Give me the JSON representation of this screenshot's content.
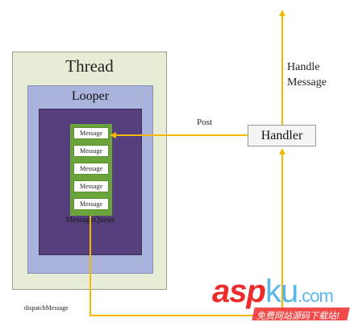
{
  "thread": {
    "title": "Thread"
  },
  "looper": {
    "title": "Looper"
  },
  "message_queue": {
    "label": "MessageQueue",
    "messages": [
      "Message",
      "Message",
      "Message",
      "Message",
      "Message"
    ]
  },
  "handler": {
    "label": "Handler"
  },
  "edges": {
    "post": "Post",
    "handle_message": "Handle Message",
    "dispatch_message": "dispatchMessage"
  },
  "watermark": {
    "brand_asp": "asp",
    "brand_ku": "ku",
    "brand_com": ".com",
    "slogan": "免费网站源码下载站!"
  },
  "colors": {
    "arrow": "#f5b800",
    "thread_bg": "#e7ecd7",
    "looper_bg": "#aab3db",
    "queue_bg": "#553f7c",
    "message_frame": "#6aa43a"
  }
}
